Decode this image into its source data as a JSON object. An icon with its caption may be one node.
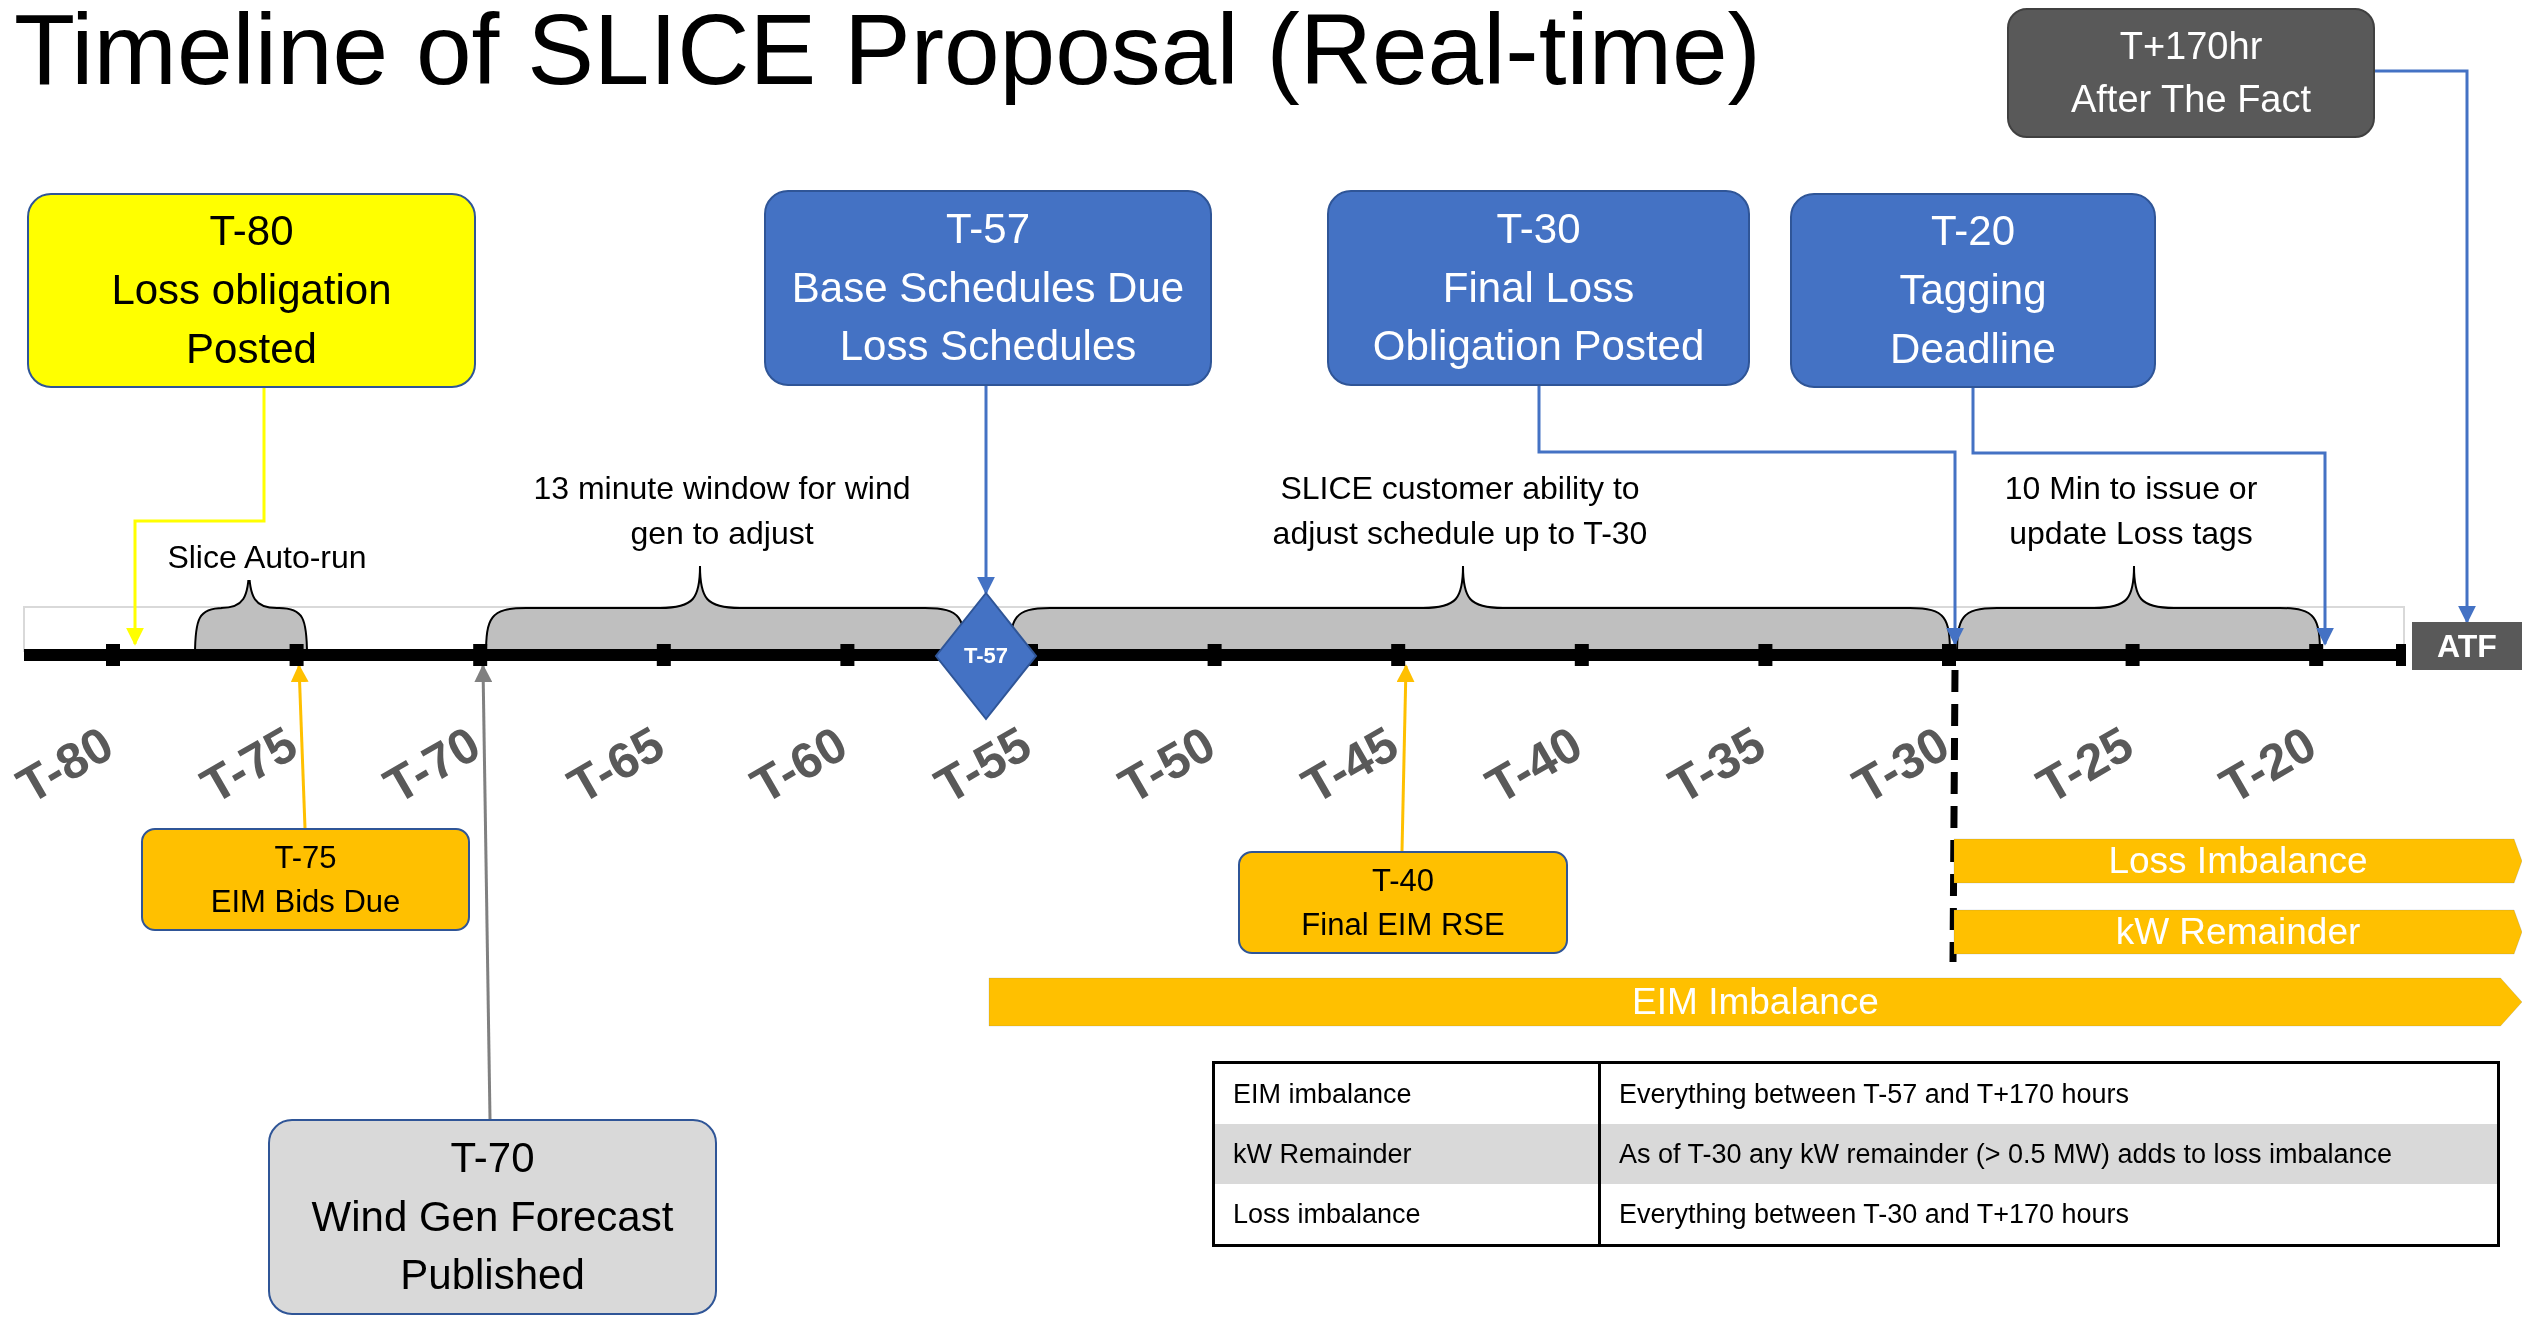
{
  "diagram": {
    "title": "Timeline of SLICE Proposal (Real-time)",
    "nodes": [
      {
        "text": [
          "T-80",
          "Loss obligation Posted"
        ]
      },
      {
        "text": [
          "T-57",
          "Base Schedules Due Loss Schedules"
        ]
      },
      {
        "text": [
          "T-30",
          "Final Loss Obligation Posted"
        ]
      },
      {
        "text": [
          "T-20",
          "Tagging Deadline"
        ]
      },
      {
        "text": [
          "T+170hr",
          "After The Fact"
        ]
      },
      {
        "text": [
          "T-57"
        ]
      },
      {
        "text": [
          "ATF"
        ]
      },
      {
        "text": [
          "T-75",
          "EIM Bids Due"
        ]
      },
      {
        "text": [
          "T-40",
          "Final EIM RSE"
        ]
      },
      {
        "text": [
          "T-70",
          "Wind Gen Forecast Published"
        ]
      },
      {
        "text": [
          "Loss Imbalance"
        ]
      },
      {
        "text": [
          "kW Remainder"
        ]
      },
      {
        "text": [
          "EIM Imbalance"
        ]
      },
      {
        "text": [],
        "shape": "bar"
      }
    ],
    "edges": [
      {
        "from": 0,
        "to": 13,
        "arrow": "to",
        "color": "#ffff00"
      },
      {
        "from": 1,
        "to": 5,
        "arrow": "to"
      },
      {
        "from": 2,
        "to": 13,
        "arrow": "to"
      },
      {
        "from": 3,
        "to": 13,
        "arrow": "to"
      },
      {
        "from": 4,
        "to": 6,
        "arrow": "to"
      },
      {
        "from": 7,
        "to": 13,
        "arrow": "to",
        "color": "#ffc000"
      },
      {
        "from": 8,
        "to": 13,
        "arrow": "to",
        "color": "#ffc000"
      },
      {
        "from": 9,
        "to": 13,
        "arrow": "to",
        "color": "#808080"
      }
    ],
    "labels": [
      "13 minute window for wind gen to adjust",
      "SLICE customer ability to adjust schedule up to T-30",
      "10 Min to issue or update Loss tags",
      "Slice Auto-run",
      "T-80",
      "T-75",
      "T-70",
      "T-65",
      "T-60",
      "T-55",
      "T-50",
      "T-45",
      "T-40",
      "T-35",
      "T-30",
      "T-25",
      "T-20",
      "EIM imbalance",
      "Everything between T-57 and T+170 hours",
      "kW Remainder",
      "As of T-30 any kW remainder (> 0.5 MW) adds to loss imbalance",
      "Loss imbalance",
      "Everything between T-30 and T+170 hours"
    ]
  }
}
